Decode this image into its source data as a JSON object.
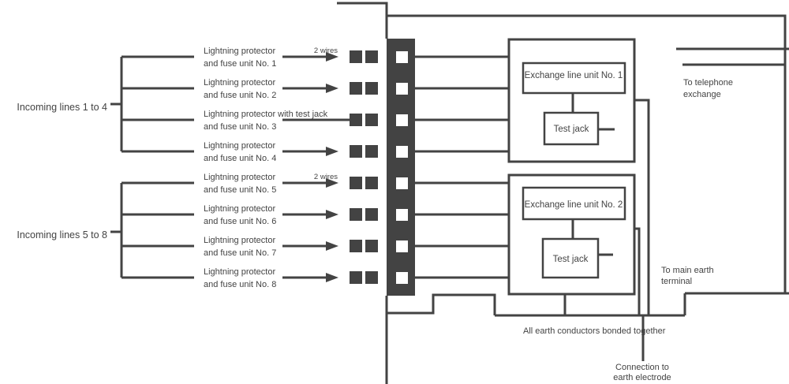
{
  "colors": {
    "stroke": "#434343",
    "text": "#434343",
    "background": "#ffffff"
  },
  "left_groups": [
    {
      "label": "Incoming lines 1 to 4"
    },
    {
      "label": "Incoming lines 5 to 8"
    }
  ],
  "rows": [
    {
      "label_line1": "Lightning protector",
      "label_line2": "and fuse unit No. 1",
      "note": "2 wires"
    },
    {
      "label_line1": "Lightning protector",
      "label_line2": "and fuse unit No. 2"
    },
    {
      "label_line1": "Lightning protector with test jack",
      "label_line2": "and fuse unit No. 3"
    },
    {
      "label_line1": "Lightning protector",
      "label_line2": "and fuse unit No. 4"
    },
    {
      "label_line1": "Lightning protector",
      "label_line2": "and fuse unit No. 5",
      "note": "2 wires"
    },
    {
      "label_line1": "Lightning protector",
      "label_line2": "and fuse unit No. 6"
    },
    {
      "label_line1": "Lightning protector",
      "label_line2": "and fuse unit No. 7"
    },
    {
      "label_line1": "Lightning protector",
      "label_line2": "and fuse unit No. 8"
    }
  ],
  "terminal_strip": {
    "name": "terminal strip"
  },
  "units": [
    {
      "main_label": "Exchange line unit No. 1",
      "sub_label": "Test jack"
    },
    {
      "main_label": "Exchange line unit No. 2",
      "sub_label": "Test jack"
    }
  ],
  "annotations": {
    "top_right_line1": "To telephone",
    "top_right_line2": "exchange",
    "bottom_right_line1": "To main earth",
    "bottom_right_line2": "terminal",
    "bus_caption": "All earth conductors bonded together",
    "electrode_line1": "Connection to",
    "electrode_line2": "earth electrode"
  }
}
